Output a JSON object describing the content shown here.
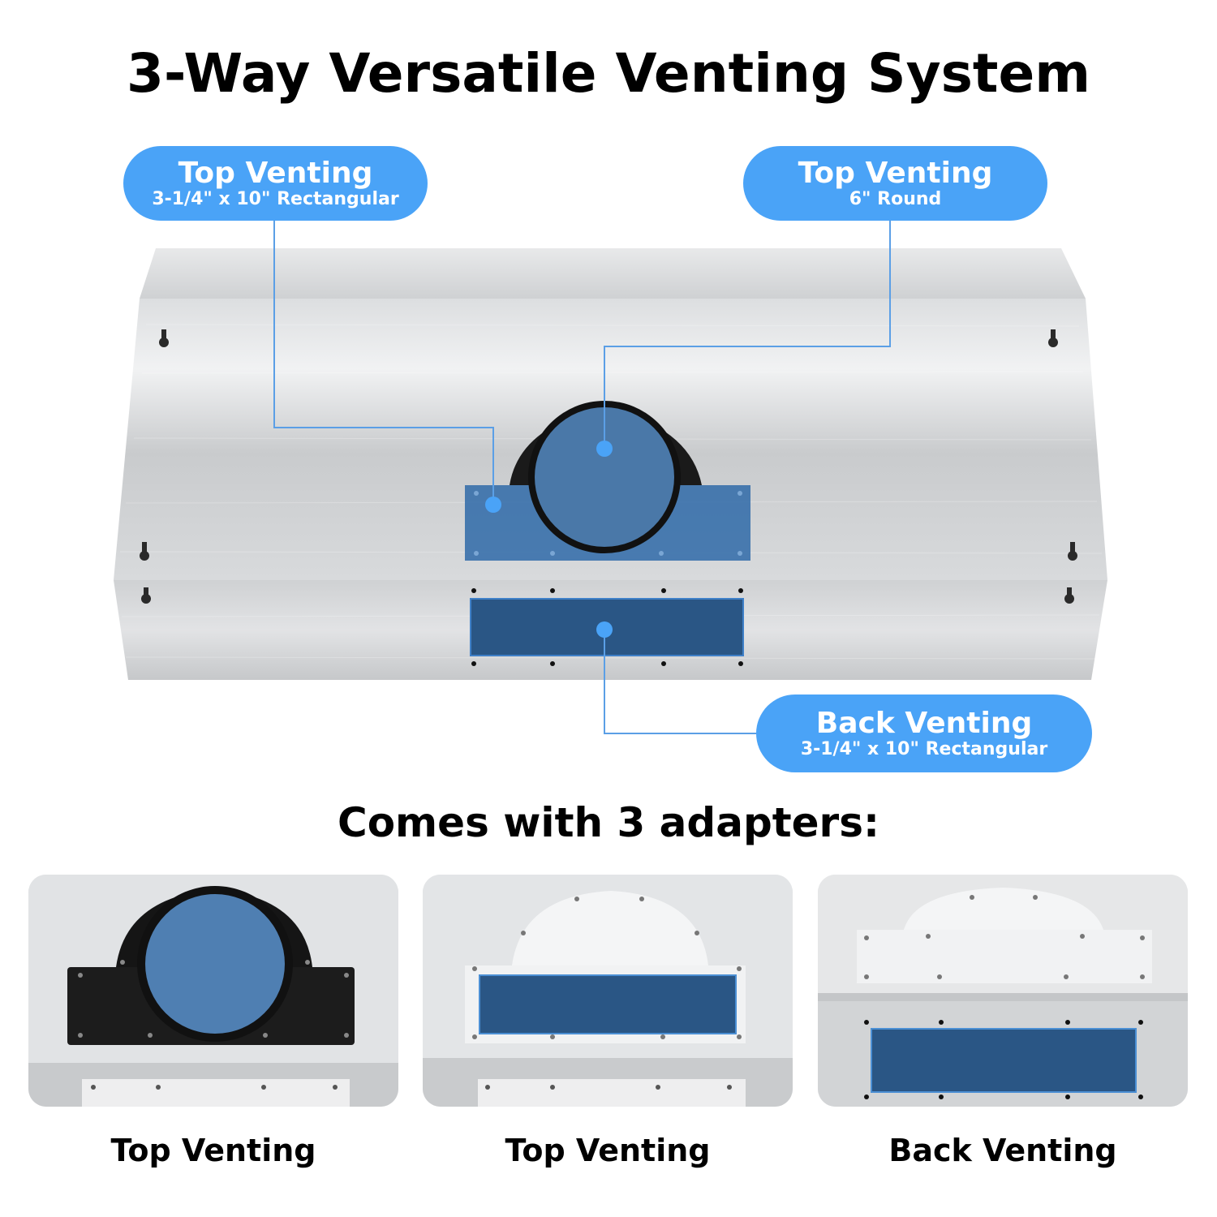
{
  "title": "3-Way Versatile Venting System",
  "callouts": [
    {
      "title": "Top Venting",
      "detail": "3-1/4\" x 10\" Rectangular"
    },
    {
      "title": "Top Venting",
      "detail": "6\" Round"
    },
    {
      "title": "Back Venting",
      "detail": "3-1/4\" x 10\" Rectangular"
    }
  ],
  "adapters_heading": "Comes with 3 adapters:",
  "adapters": [
    {
      "label": "Top Venting"
    },
    {
      "label": "Top Venting"
    },
    {
      "label": "Back Venting"
    }
  ],
  "colors": {
    "callout_blue": "#4aa3f7",
    "vent_blue": "#2a5685",
    "leader_line": "#5b9fe6",
    "steel": "#d4d6d8"
  }
}
